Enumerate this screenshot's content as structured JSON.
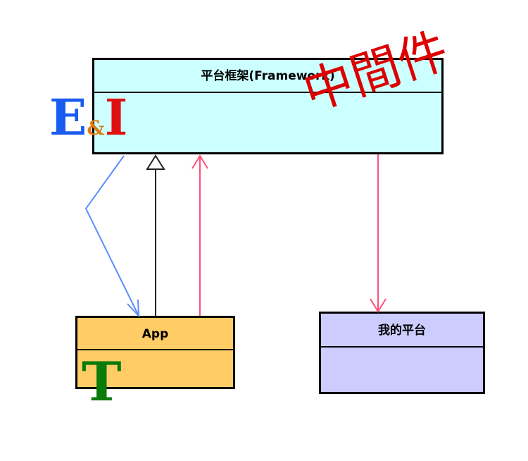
{
  "diagram": {
    "framework": {
      "title": "平台框架(Framework)",
      "color": "#ccffff"
    },
    "app": {
      "title": "App",
      "color": "#ffcc66"
    },
    "platform": {
      "title": "我的平台",
      "color": "#ccccff"
    }
  },
  "annotations": {
    "middleware": "中間件",
    "logo_ei": {
      "e": "E",
      "amp": "&",
      "i": "I"
    },
    "logo_t": "T"
  },
  "colors": {
    "blue_connector": "#5b8cff",
    "pink_connector": "#ff4f7b",
    "inheritance_line": "#222222",
    "middleware_text": "#dd0000",
    "logo_e": "#1a5cf0",
    "logo_amp": "#e07a10",
    "logo_i": "#e01010",
    "logo_t": "#0a7a0a"
  },
  "connectors": [
    {
      "name": "framework-to-app-call",
      "from": "framework",
      "to": "app",
      "kind": "open-arrow",
      "color": "blue"
    },
    {
      "name": "app-inherits-framework",
      "from": "app",
      "to": "framework",
      "kind": "generalization",
      "color": "black"
    },
    {
      "name": "app-to-framework-call",
      "from": "app",
      "to": "framework",
      "kind": "open-arrow",
      "color": "pink"
    },
    {
      "name": "framework-to-platform-call",
      "from": "framework",
      "to": "platform",
      "kind": "open-arrow",
      "color": "pink"
    }
  ]
}
